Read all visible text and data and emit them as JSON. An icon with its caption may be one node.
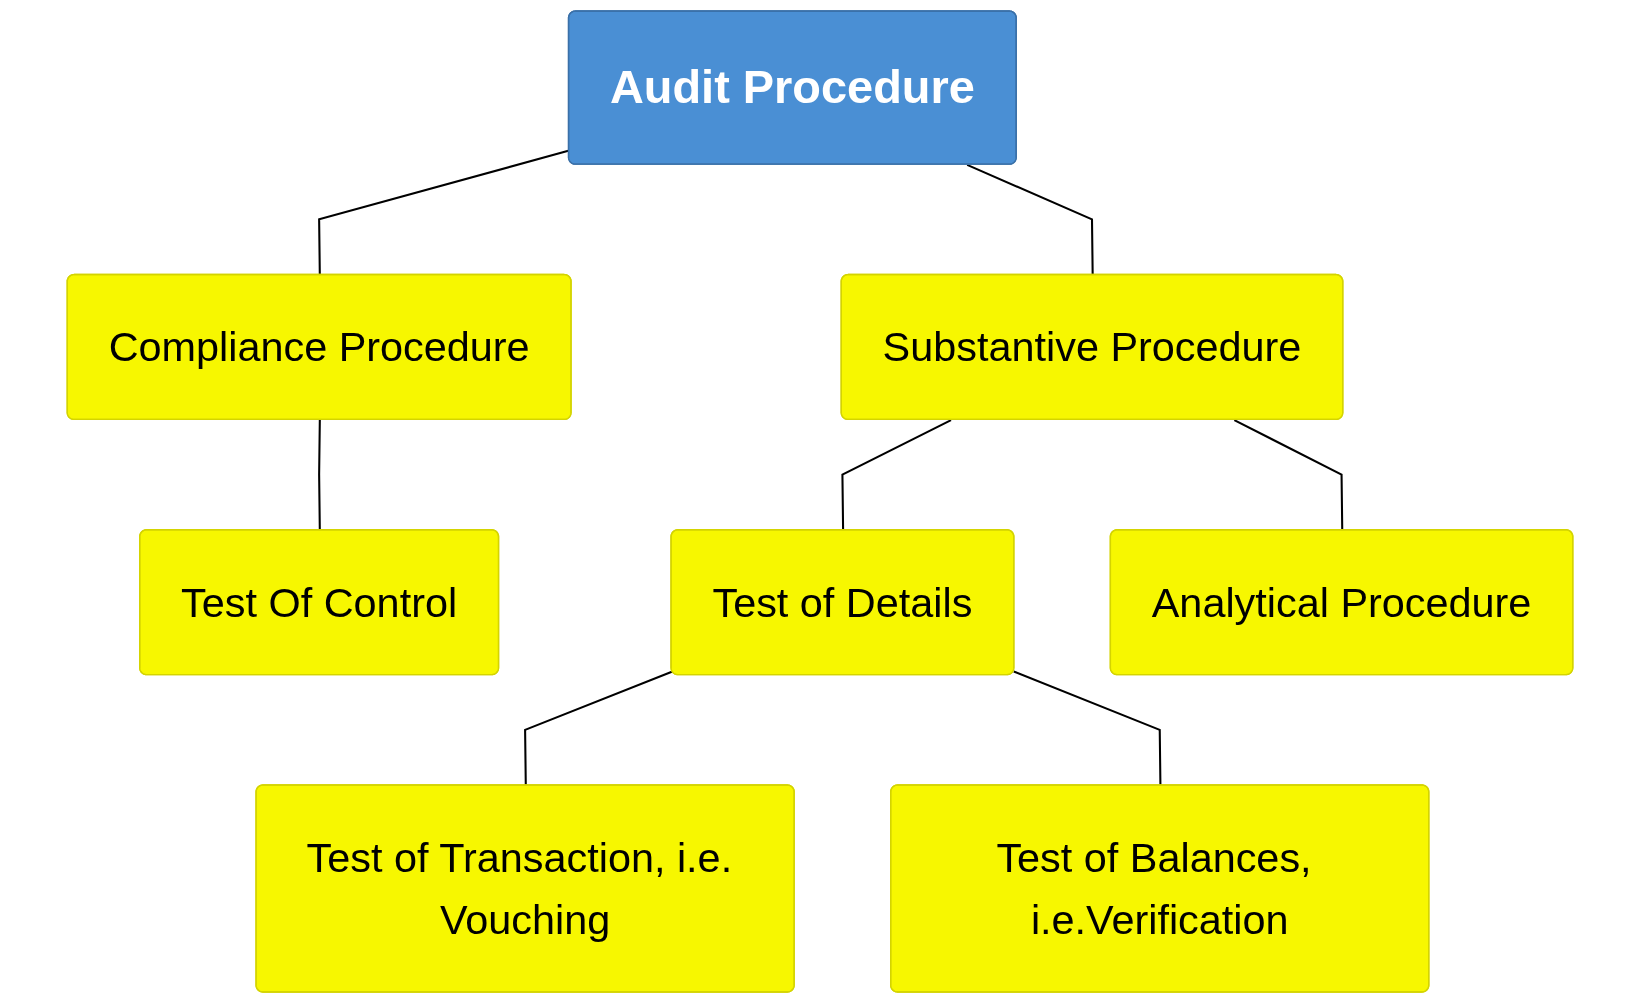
{
  "diagram": {
    "nodes": [
      {
        "text": [
          "Audit Procedure"
        ]
      },
      {
        "text": [
          "Compliance Procedure"
        ]
      },
      {
        "text": [
          "Substantive Procedure"
        ]
      },
      {
        "text": [
          "Test Of Control"
        ]
      },
      {
        "text": [
          "Test of Details"
        ]
      },
      {
        "text": [
          "Analytical Procedure"
        ]
      },
      {
        "text": [
          "Test of Transaction, i.e. Vouching"
        ]
      },
      {
        "text": [
          "Test of Balances, i.e.Verification"
        ]
      }
    ],
    "edges": [
      {
        "from": 0,
        "to": 1,
        "arrow": "none"
      },
      {
        "from": 0,
        "to": 2,
        "arrow": "none"
      },
      {
        "from": 1,
        "to": 3,
        "arrow": "none"
      },
      {
        "from": 2,
        "to": 4,
        "arrow": "none"
      },
      {
        "from": 2,
        "to": 5,
        "arrow": "none"
      },
      {
        "from": 4,
        "to": 6,
        "arrow": "none"
      },
      {
        "from": 4,
        "to": 7,
        "arrow": "none"
      }
    ]
  }
}
